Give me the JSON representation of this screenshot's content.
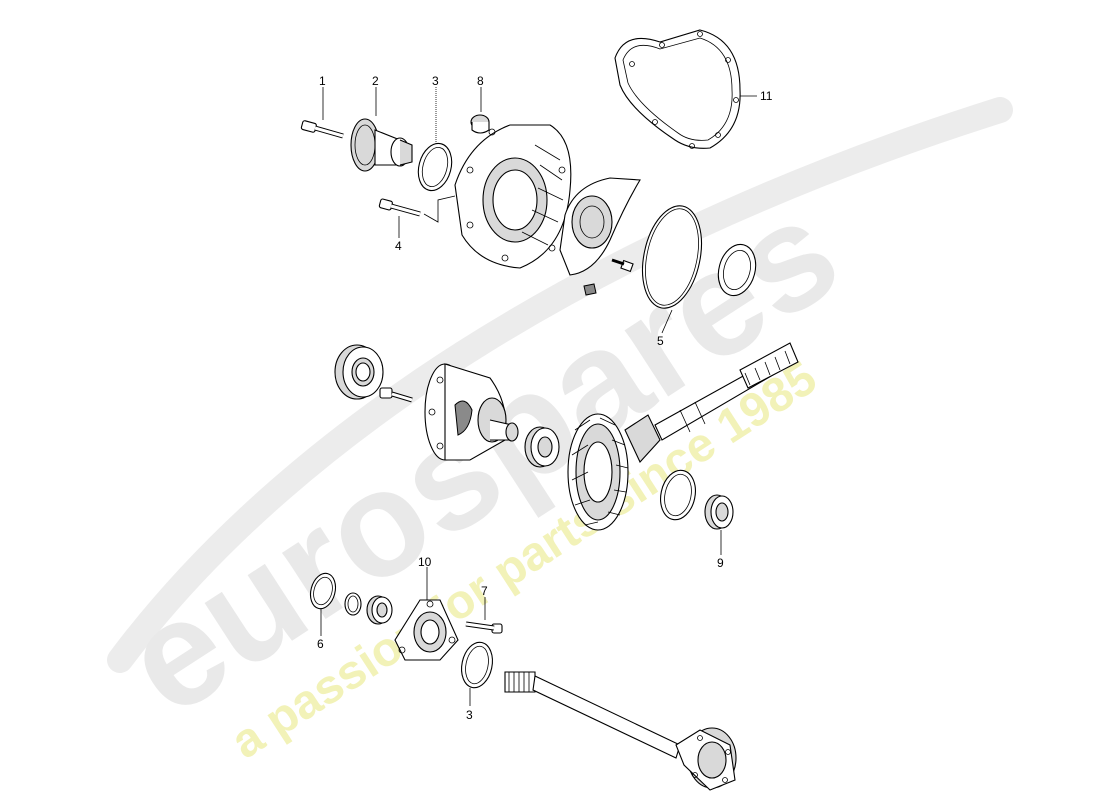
{
  "watermark": {
    "brand": "eurospares",
    "tagline": "a passion for parts since 1985",
    "brand_color": "#e6e6e6",
    "tagline_color": "#f3f3b0"
  },
  "callouts": [
    {
      "id": "1",
      "label": "1"
    },
    {
      "id": "2",
      "label": "2"
    },
    {
      "id": "3a",
      "label": "3"
    },
    {
      "id": "8",
      "label": "8"
    },
    {
      "id": "11",
      "label": "11"
    },
    {
      "id": "4",
      "label": "4"
    },
    {
      "id": "5",
      "label": "5"
    },
    {
      "id": "9",
      "label": "9"
    },
    {
      "id": "10",
      "label": "10"
    },
    {
      "id": "7",
      "label": "7"
    },
    {
      "id": "6",
      "label": "6"
    },
    {
      "id": "3b",
      "label": "3"
    }
  ]
}
